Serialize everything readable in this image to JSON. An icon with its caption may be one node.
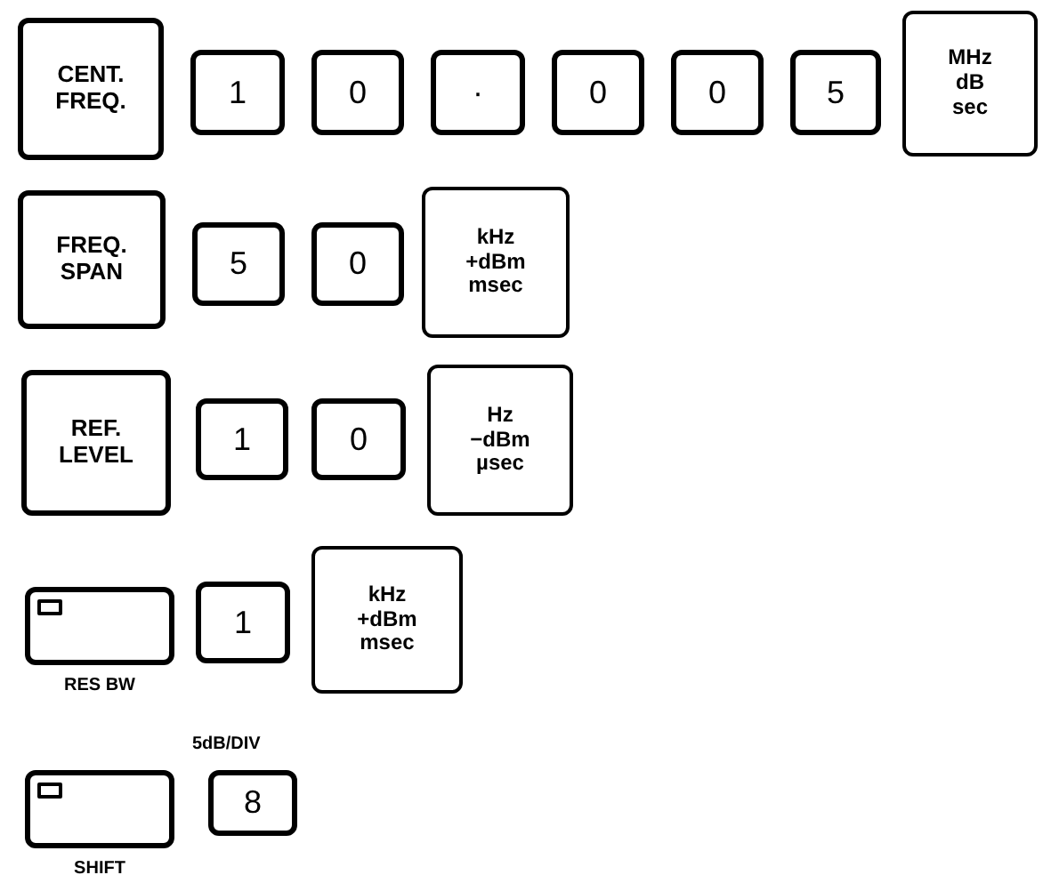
{
  "diagram": {
    "nodes": [
      {
        "text": [
          "CENT. FREQ."
        ]
      },
      {
        "text": [
          "1"
        ]
      },
      {
        "text": [
          "0"
        ]
      },
      {
        "text": [
          "·"
        ]
      },
      {
        "text": [
          "0"
        ]
      },
      {
        "text": [
          "0"
        ]
      },
      {
        "text": [
          "5"
        ]
      },
      {
        "text": [
          "MHz dB sec"
        ]
      },
      {
        "text": [
          "FREQ. SPAN"
        ]
      },
      {
        "text": [
          "5"
        ]
      },
      {
        "text": [
          "0"
        ]
      },
      {
        "text": [
          "kHz +dBm msec"
        ]
      },
      {
        "text": [
          "REF. LEVEL"
        ]
      },
      {
        "text": [
          "1"
        ]
      },
      {
        "text": [
          "0"
        ]
      },
      {
        "text": [
          "Hz −dBm µsec"
        ]
      },
      {
        "text": [
          "RES BW"
        ]
      },
      {
        "text": [
          "1"
        ]
      },
      {
        "text": [
          "kHz +dBm msec"
        ]
      },
      {
        "text": [
          "SHIFT"
        ]
      },
      {
        "text": [
          "8"
        ],
        "beside": [
          "5dB/DIV"
        ]
      }
    ]
  }
}
